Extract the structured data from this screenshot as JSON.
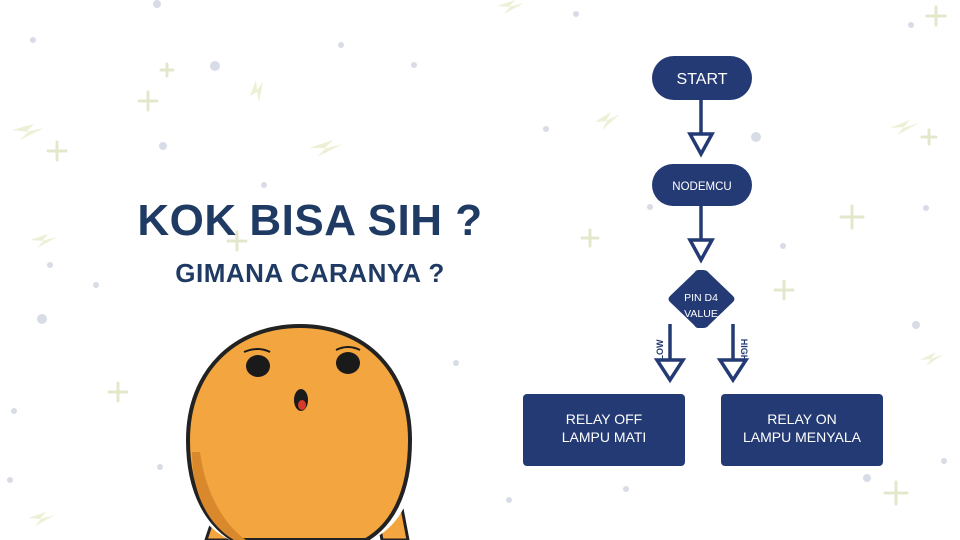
{
  "headline": {
    "title": "KOK BISA SIH ?",
    "subtitle": "GIMANA CARANYA ?"
  },
  "flowchart": {
    "start_label": "START",
    "process_label": "NODEMCU",
    "decision_line1": "PIN D4",
    "decision_line2": "VALUE",
    "branch_low_label": "LOW",
    "branch_high_label": "HIGH",
    "left_result_line1": "RELAY OFF",
    "left_result_line2": "LAMPU MATI",
    "right_result_line1": "RELAY ON",
    "right_result_line2": "LAMPU MENYALA"
  },
  "colors": {
    "node_fill": "#243a74",
    "node_text": "#ffffff",
    "headline_text": "#1f3a63",
    "character_fill": "#f3a540",
    "background_pattern": "#dfe6c4"
  },
  "icons": {
    "character": "surprised-orange-ball-character",
    "background": "lightning-and-plus-sparkles"
  }
}
